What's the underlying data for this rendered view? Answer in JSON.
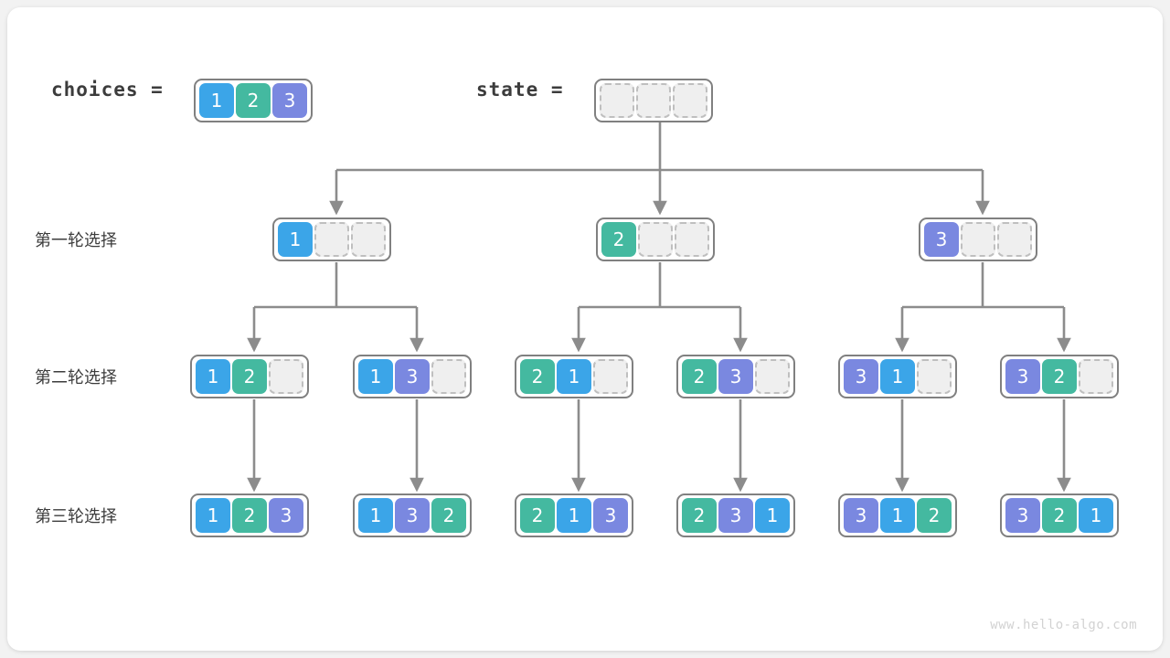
{
  "meta": {
    "watermark": "www.hello-algo.com",
    "colors": {
      "value1": "#3ba5e8",
      "value2": "#44b9a0",
      "value3": "#7a88e0",
      "empty_fill": "#efefef",
      "empty_border": "#bfbfbf",
      "node_border": "#808080",
      "edge": "#8c8c8c",
      "text": "#3c3c3c"
    }
  },
  "legend": {
    "choices_label": "choices =",
    "state_label": "state =",
    "choices_cells": [
      "1",
      "2",
      "3"
    ],
    "state_cells": [
      "",
      "",
      ""
    ]
  },
  "rows": [
    {
      "label": "第一轮选择",
      "nodes": [
        {
          "cells": [
            "1",
            "",
            ""
          ]
        },
        {
          "cells": [
            "2",
            "",
            ""
          ]
        },
        {
          "cells": [
            "3",
            "",
            ""
          ]
        }
      ]
    },
    {
      "label": "第二轮选择",
      "nodes": [
        {
          "cells": [
            "1",
            "2",
            ""
          ]
        },
        {
          "cells": [
            "1",
            "3",
            ""
          ]
        },
        {
          "cells": [
            "2",
            "1",
            ""
          ]
        },
        {
          "cells": [
            "2",
            "3",
            ""
          ]
        },
        {
          "cells": [
            "3",
            "1",
            ""
          ]
        },
        {
          "cells": [
            "3",
            "2",
            ""
          ]
        }
      ]
    },
    {
      "label": "第三轮选择",
      "nodes": [
        {
          "cells": [
            "1",
            "2",
            "3"
          ]
        },
        {
          "cells": [
            "1",
            "3",
            "2"
          ]
        },
        {
          "cells": [
            "2",
            "1",
            "3"
          ]
        },
        {
          "cells": [
            "2",
            "3",
            "1"
          ]
        },
        {
          "cells": [
            "3",
            "1",
            "2"
          ]
        },
        {
          "cells": [
            "3",
            "2",
            "1"
          ]
        }
      ]
    }
  ]
}
